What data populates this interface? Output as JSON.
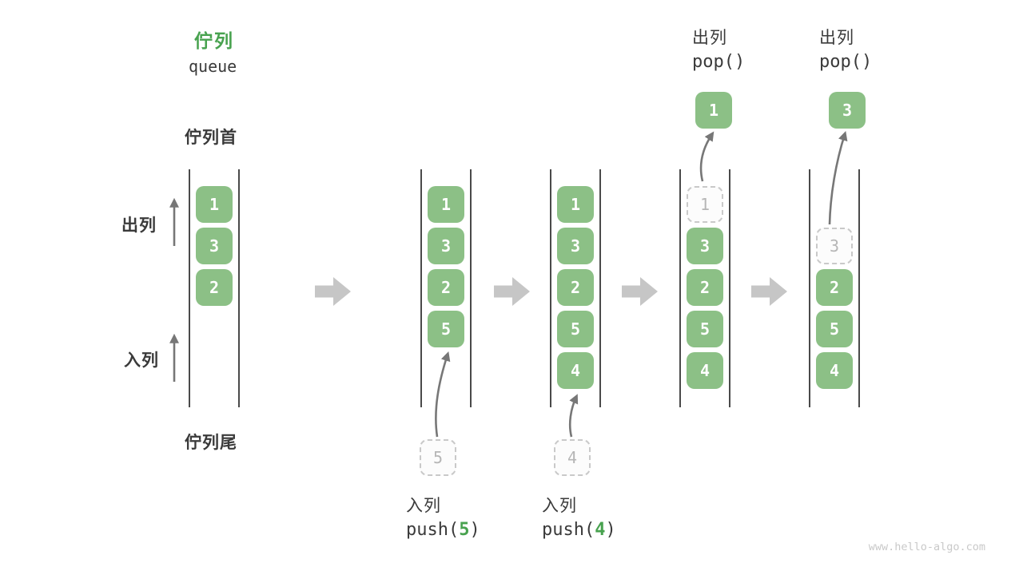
{
  "page": {
    "background": "#ffffff",
    "watermark": "www.hello-algo.com"
  },
  "title": {
    "zh": "佇列",
    "en": "queue"
  },
  "side_labels": {
    "front": "佇列首",
    "rear": "佇列尾",
    "dequeue": "出列",
    "enqueue": "入列"
  },
  "colors": {
    "accent": "#48a24f",
    "box_green": "#8cc086",
    "box_text": "#ffffff",
    "dark": "#3a3a3a",
    "dashed_border": "#c9c9c9",
    "dashed_text": "#b6b6b6",
    "line": "#4a4a4a",
    "block_arrow": "#c6c6c6",
    "thin_arrow": "#777777",
    "watermark": "#c9c9c9"
  },
  "states": [
    {
      "slots": [
        {
          "value": "1",
          "type": "filled"
        },
        {
          "value": "3",
          "type": "filled"
        },
        {
          "value": "2",
          "type": "filled"
        },
        null,
        null
      ]
    },
    {
      "slots": [
        {
          "value": "1",
          "type": "filled"
        },
        {
          "value": "3",
          "type": "filled"
        },
        {
          "value": "2",
          "type": "filled"
        },
        {
          "value": "5",
          "type": "filled"
        },
        null
      ],
      "staged": "5",
      "operation": {
        "label": "入列",
        "code": [
          {
            "text": "push("
          },
          {
            "text": "5",
            "accent": true
          },
          {
            "text": ")"
          }
        ],
        "position": "below"
      }
    },
    {
      "slots": [
        {
          "value": "1",
          "type": "filled"
        },
        {
          "value": "3",
          "type": "filled"
        },
        {
          "value": "2",
          "type": "filled"
        },
        {
          "value": "5",
          "type": "filled"
        },
        {
          "value": "4",
          "type": "filled"
        }
      ],
      "staged": "4",
      "operation": {
        "label": "入列",
        "code": [
          {
            "text": "push("
          },
          {
            "text": "4",
            "accent": true
          },
          {
            "text": ")"
          }
        ],
        "position": "below"
      }
    },
    {
      "slots": [
        {
          "value": "1",
          "type": "dashed"
        },
        {
          "value": "3",
          "type": "filled"
        },
        {
          "value": "2",
          "type": "filled"
        },
        {
          "value": "5",
          "type": "filled"
        },
        {
          "value": "4",
          "type": "filled"
        }
      ],
      "popped": "1",
      "operation": {
        "label": "出列",
        "code": [
          {
            "text": "pop()"
          }
        ],
        "position": "above"
      }
    },
    {
      "slots": [
        null,
        {
          "value": "3",
          "type": "dashed"
        },
        {
          "value": "2",
          "type": "filled"
        },
        {
          "value": "5",
          "type": "filled"
        },
        {
          "value": "4",
          "type": "filled"
        }
      ],
      "popped": "3",
      "operation": {
        "label": "出列",
        "code": [
          {
            "text": "pop()"
          }
        ],
        "position": "above"
      }
    }
  ]
}
